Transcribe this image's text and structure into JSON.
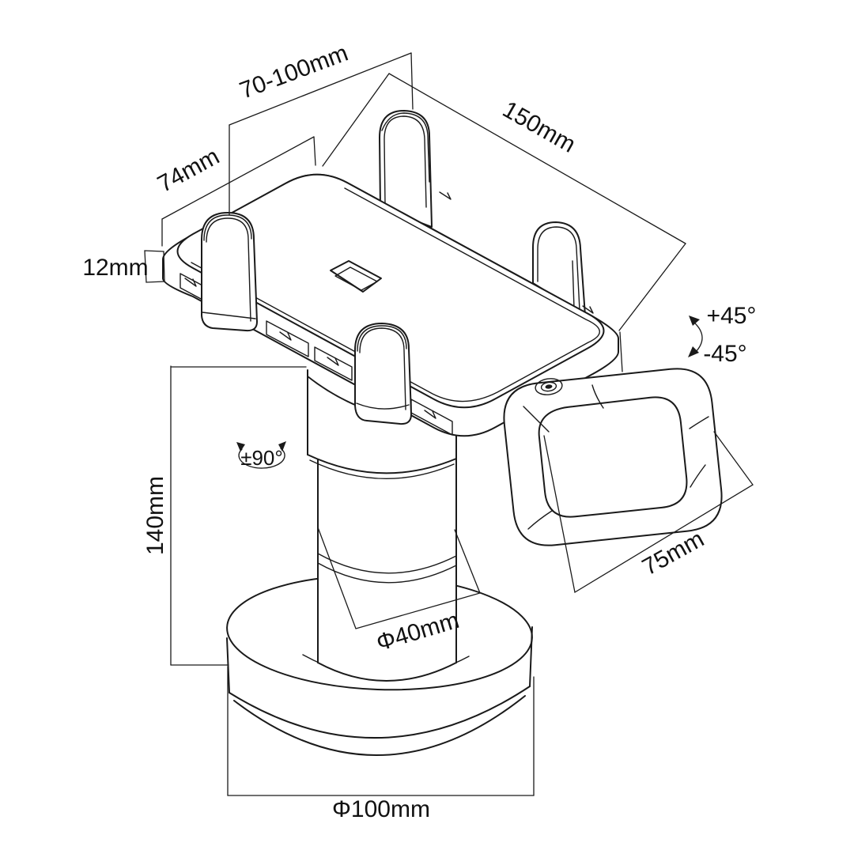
{
  "drawing": {
    "type": "technical-line-drawing",
    "subject": "Payment terminal desk stand - dimensioned isometric view",
    "background": "#ffffff",
    "line_color": "#1a1a1a",
    "dimensions": {
      "clamp_width_range": "70-100mm",
      "plate_depth": "74mm",
      "plate_thickness": "12mm",
      "plate_length": "150mm",
      "tilt_up": "+45°",
      "tilt_down": "-45°",
      "swivel_range": "±90°",
      "column_height": "140mm",
      "column_diameter": "Φ40mm",
      "handle_length": "75mm",
      "base_diameter": "Φ100mm"
    }
  }
}
